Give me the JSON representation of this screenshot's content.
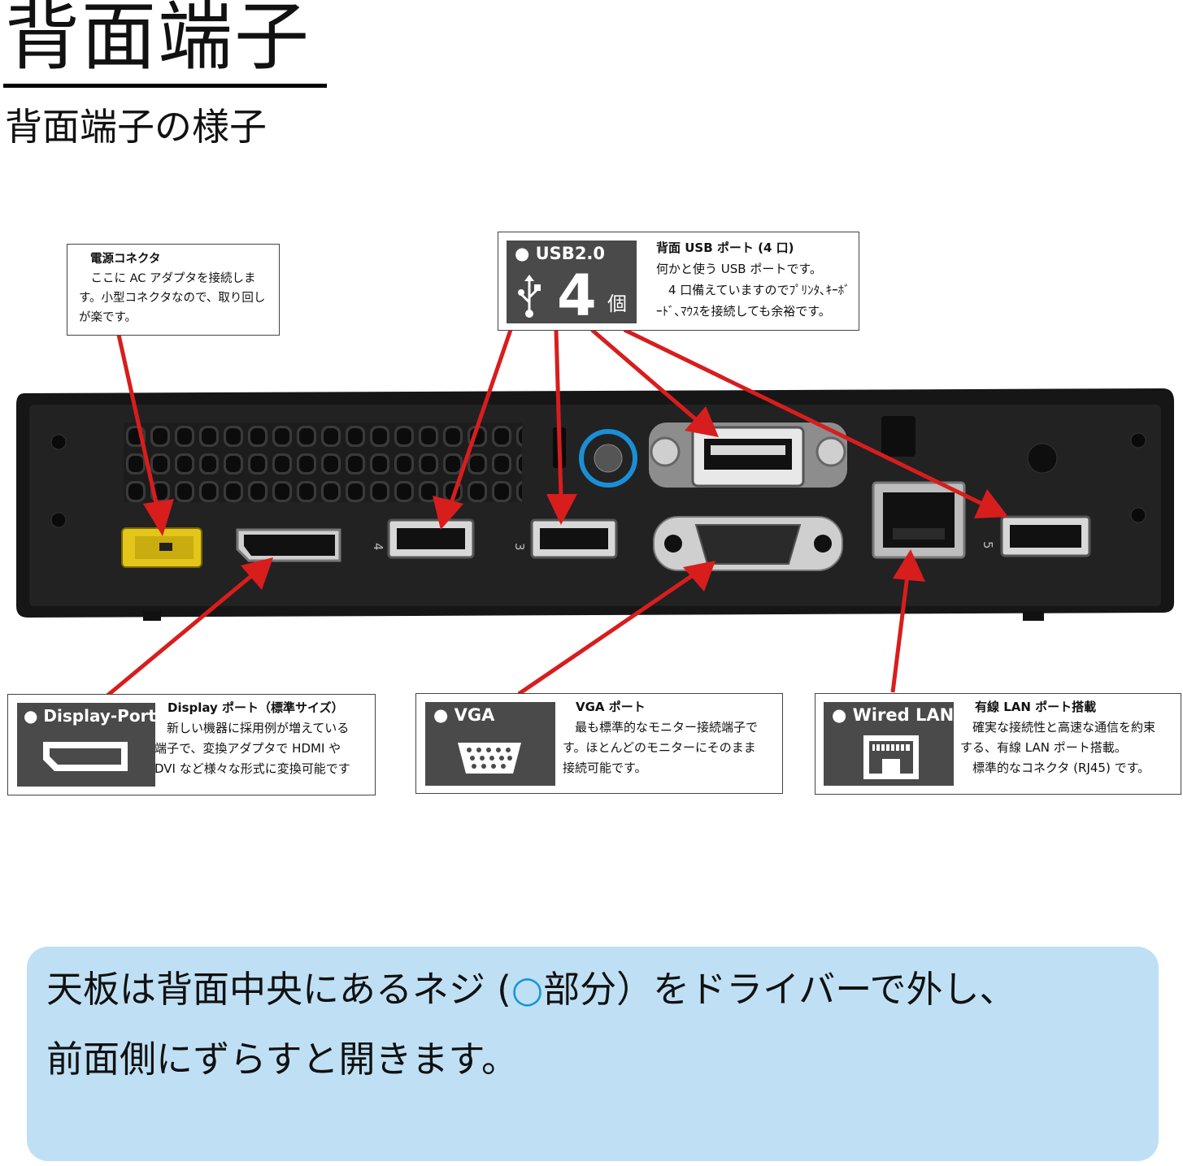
{
  "header": {
    "title": "背面端子",
    "subtitle": "背面端子の様子"
  },
  "callouts": {
    "power": {
      "head": "電源コネクタ",
      "text": "　ここに AC アダプタを接続しま\nす。小型コネクタなので、取り回し\nが楽です。"
    },
    "usb": {
      "badge": "● USB2.0",
      "count": "4",
      "unit": "個",
      "head": "背面 USB ポート (4 口)",
      "text": "何かと使う USB ポートです。\n　4 口備えていますのでﾌﾟﾘﾝﾀ､ｷｰﾎﾞ\nｰﾄﾞ､ﾏｳｽを接続しても余裕です。"
    },
    "displayport": {
      "badge": "● Display-Port",
      "head": "Display ポート（標準サイズ）",
      "text": "　新しい機器に採用例が増えている\n端子で、変換アダプタで HDMI や\nDVI など様々な形式に変換可能です"
    },
    "vga": {
      "badge": "● VGA",
      "head": "VGA ポート",
      "text": "　最も標準的なモニター接続端子で\nす。ほとんどのモニターにそのまま\n接続可能です。"
    },
    "lan": {
      "badge": "● Wired LAN",
      "head": "有線 LAN ポート搭載",
      "text": "　確実な接続性と高速な通信を約束\nする、有線 LAN ポート搭載。\n　標準的なコネクタ (RJ45) です。"
    }
  },
  "device": {
    "port_numbers": [
      "4",
      "3",
      "5"
    ]
  },
  "note": {
    "line1_before": "天板は背面中央にあるネジ (",
    "line1_circle": "○",
    "line1_after": "部分）をドライバーで外し、",
    "line2": "前面側にずらすと開きます。"
  },
  "colors": {
    "arrow": "#d81d1d",
    "badge": "#4a4a4a",
    "note_bg": "#bfe0f4",
    "screw_ring": "#1a8fd6",
    "power_connector": "#e3c619"
  }
}
